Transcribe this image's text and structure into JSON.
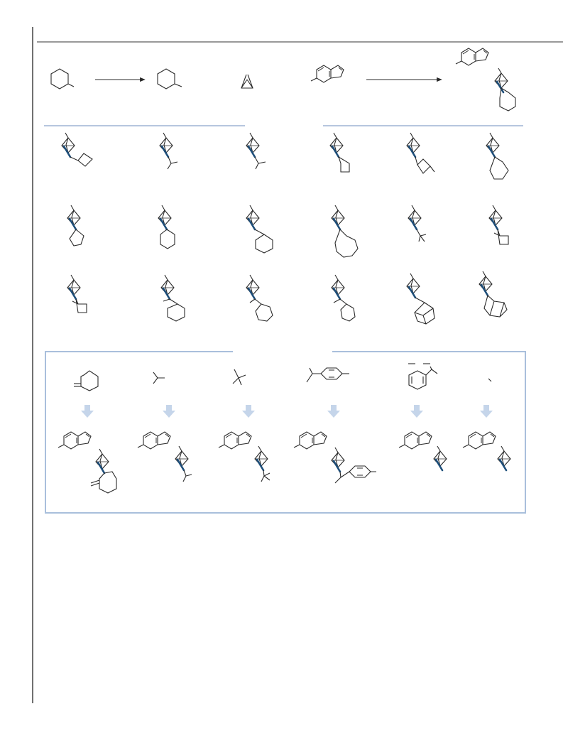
{
  "colors": {
    "stroke": "#2a2a2a",
    "bond_highlight": "#1d4e7a",
    "frame": "#a9bfdc",
    "divider": "#9db3d3",
    "arrow_fill": "#c5d5ea",
    "page_rule": "#333333"
  },
  "scheme": {
    "reaction_arrows": 2,
    "scope_rows": 3,
    "scope_columns": 6,
    "application_pairs": 6
  },
  "icons": [
    "reaction-arrow-icon",
    "down-arrow-icon"
  ]
}
